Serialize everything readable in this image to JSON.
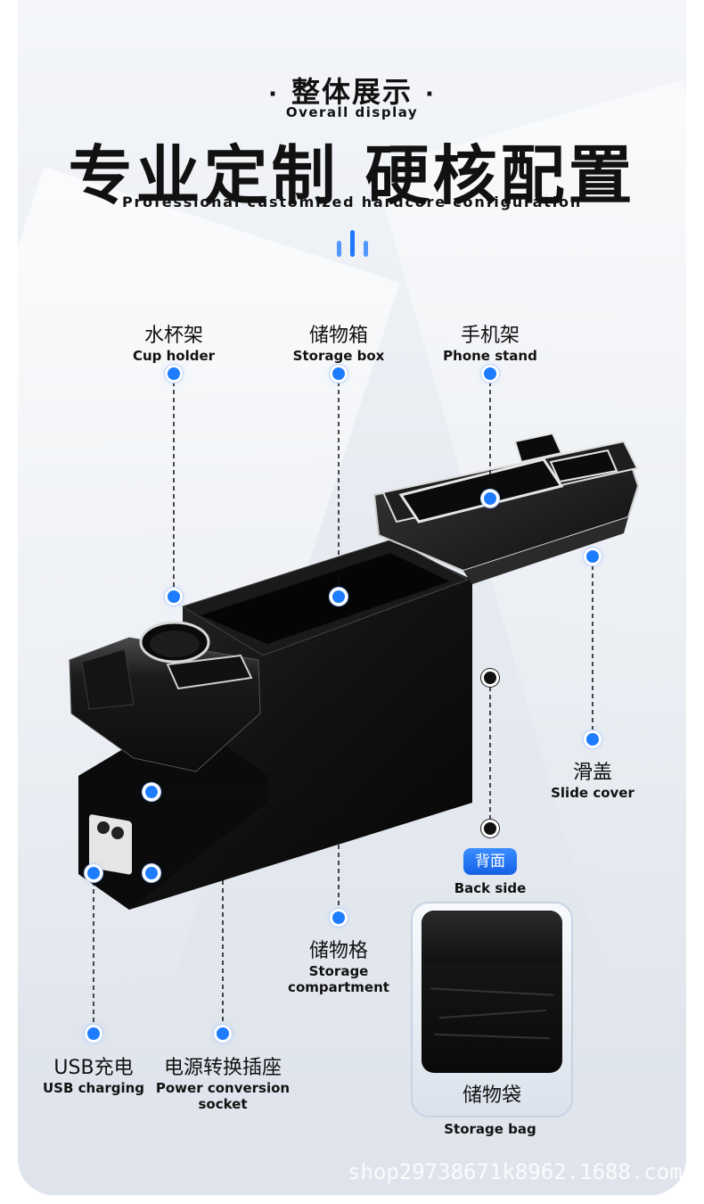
{
  "header": {
    "kicker_dot": "·",
    "kicker_title": "整体展示",
    "kicker_subtitle": "Overall display",
    "headline": "专业定制 硬核配置",
    "headline_en": "Professional customized hardcore configuration"
  },
  "accent_color": "#1e78ff",
  "top_labels": [
    {
      "cn": "水杯架",
      "en": "Cup holder"
    },
    {
      "cn": "储物箱",
      "en": "Storage box"
    },
    {
      "cn": "手机架",
      "en": "Phone stand"
    }
  ],
  "right_labels": {
    "slide_cover_cn": "滑盖",
    "slide_cover_en": "Slide cover",
    "back_side_badge": "背面",
    "back_side_en": "Back side"
  },
  "bottom_labels": {
    "storage_compartment_cn": "储物格",
    "storage_compartment_en_1": "Storage",
    "storage_compartment_en_2": "compartment",
    "usb_cn": "USB充电",
    "usb_en": "USB charging",
    "power_cn": "电源转换插座",
    "power_en_1": "Power conversion",
    "power_en_2": "socket"
  },
  "storage_bag": {
    "cn": "储物袋",
    "en": "Storage bag"
  },
  "watermark": "shop29738671k8962.1688.com"
}
